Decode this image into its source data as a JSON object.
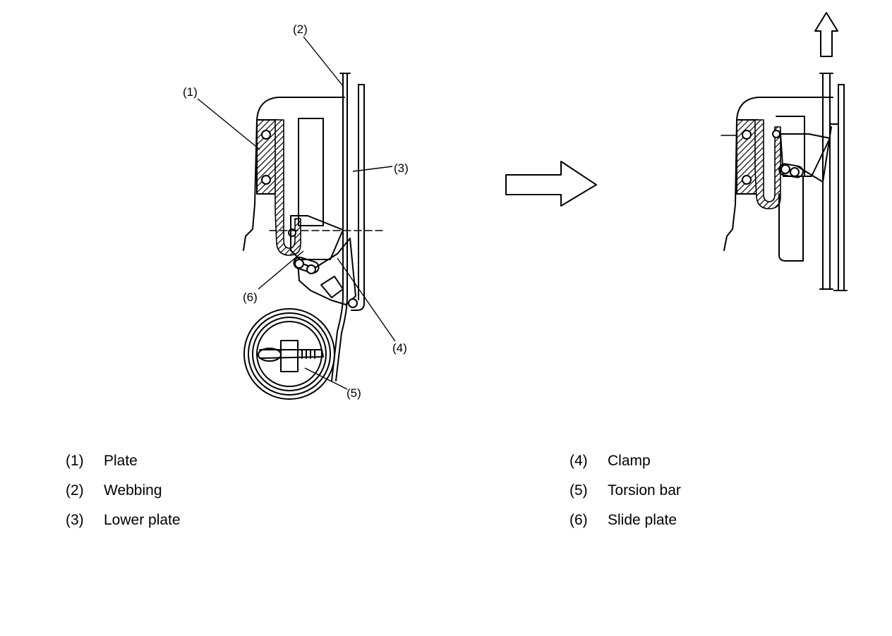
{
  "diagram": {
    "callouts": {
      "c1": "(1)",
      "c2": "(2)",
      "c3": "(3)",
      "c4": "(4)",
      "c5": "(5)",
      "c6": "(6)"
    }
  },
  "legend": {
    "left": [
      {
        "num": "(1)",
        "label": "Plate"
      },
      {
        "num": "(2)",
        "label": "Webbing"
      },
      {
        "num": "(3)",
        "label": "Lower plate"
      }
    ],
    "right": [
      {
        "num": "(4)",
        "label": "Clamp"
      },
      {
        "num": "(5)",
        "label": "Torsion bar"
      },
      {
        "num": "(6)",
        "label": "Slide plate"
      }
    ]
  }
}
